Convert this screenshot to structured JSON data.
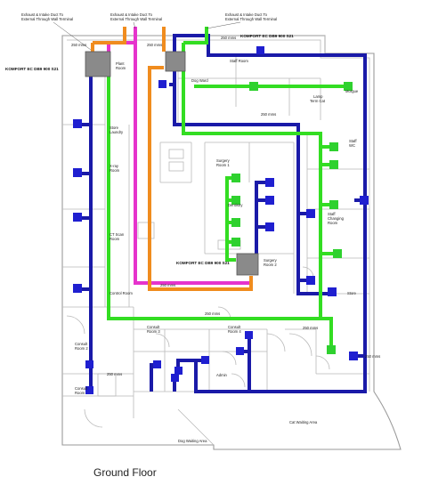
{
  "caption": "Ground Floor",
  "annotations": {
    "top1": [
      "Exhaust & Intake Duct To",
      "External Through Wall Terminal"
    ],
    "top2": [
      "Exhaust & Intake Duct To",
      "External Through Wall Terminal"
    ],
    "top3": [
      "Exhaust & Intake Duct To",
      "External Through Wall Terminal"
    ],
    "unit1": "KOMFORT EC DB9 900 S21",
    "unit2": "KOMFORT EC DB9 900 S21",
    "unit3": "KOMFORT EC DB9 900 S21"
  },
  "duct_sizes": {
    "d1": "250 mms",
    "d2": "250 mms",
    "d3": "250 mms",
    "d4": "250 mms",
    "d5": "250 mms",
    "d6": "250 mms",
    "d7": "250 mms",
    "d8": "250 mms",
    "d9": "250 mms"
  },
  "rooms": {
    "plant": [
      "Plant",
      "Room"
    ],
    "staff_room": "Staff Room",
    "dog_ward": "Dog Ward",
    "lamp": [
      "Lamp",
      "Term Cat"
    ],
    "morgue": "Morgue",
    "store_laundry": [
      "Store",
      "Laundry"
    ],
    "xray": [
      "X-ray",
      "Room"
    ],
    "surgery1": [
      "Surgery",
      "Room 1"
    ],
    "staff_wc": [
      "Staff",
      "WC"
    ],
    "dentistry": "Dentistry",
    "staff_changing": [
      "Staff",
      "Changing",
      "Room"
    ],
    "ct_scan": [
      "CT Scan",
      "Room"
    ],
    "surgery2": [
      "Surgery",
      "Room 2"
    ],
    "control": "Control Room",
    "store_right": "Store",
    "consult3": [
      "Consult",
      "Room 3"
    ],
    "consult4": [
      "Consult",
      "Room 4"
    ],
    "consult2": [
      "Consult",
      "Room 2"
    ],
    "consult1": [
      "Consult",
      "Room"
    ],
    "admin": "Admin",
    "cat_waiting": "Cat Waiting Area",
    "dog_waiting": "Dog Waiting Area"
  },
  "colors": {
    "supply_blue": "#1a1aa8",
    "exhaust_green": "#33dd22",
    "intake_magenta": "#e633cc",
    "exhaust_orange": "#f08c1e",
    "unit_grey": "#8a8a8a",
    "diffuser_blue": "#1f1fd0",
    "diffuser_green": "#2fd12f"
  }
}
